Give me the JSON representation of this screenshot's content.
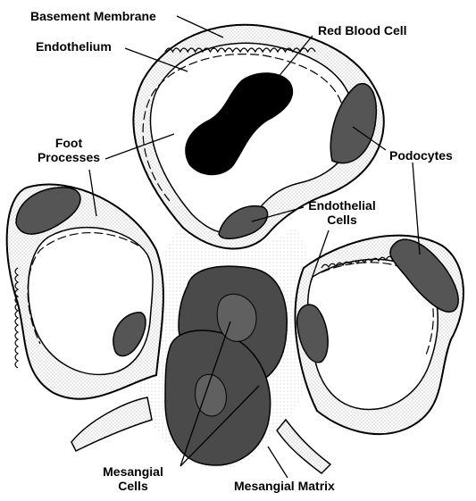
{
  "labels": {
    "basement_membrane": "Basement Membrane",
    "endothelium": "Endothelium",
    "red_blood_cell": "Red Blood Cell",
    "foot_processes_line1": "Foot",
    "foot_processes_line2": "Processes",
    "podocytes": "Podocytes",
    "endothelial_cells_line1": "Endothelial",
    "endothelial_cells_line2": "Cells",
    "mesangial_cells_line1": "Mesangial",
    "mesangial_cells_line2": "Cells",
    "mesangial_matrix": "Mesangial Matrix"
  },
  "colors": {
    "background": "#ffffff",
    "outline": "#000000",
    "nucleus_fill": "#555555",
    "mesangial_cell_fill": "#4a4a4a",
    "red_blood_cell_fill": "#000000",
    "stipple": "#9a9a9a"
  }
}
